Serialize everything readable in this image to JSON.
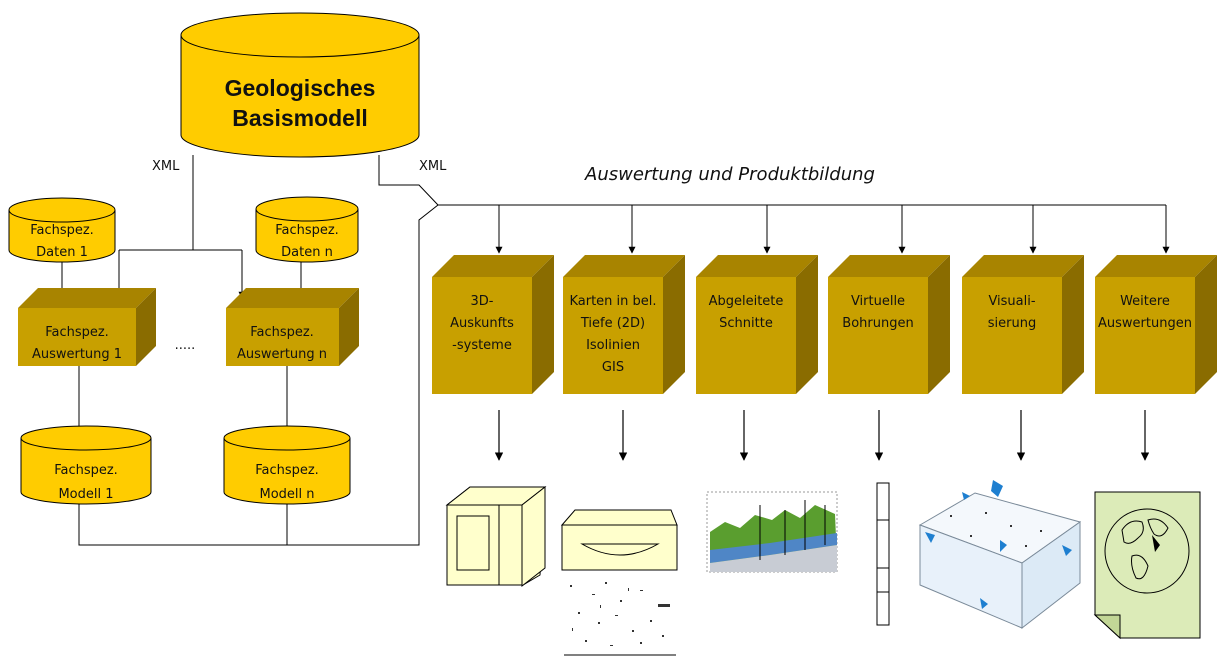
{
  "colors": {
    "cylinder_fill": "#FFCC00",
    "box_front": "#C8A000",
    "box_top": "#A88400",
    "box_side": "#8A6C00",
    "line": "#000000"
  },
  "main_db": {
    "line1": "Geologisches",
    "line2": "Basismodell"
  },
  "xml_left": "XML",
  "xml_right": "XML",
  "section_title": "Auswertung und Produktbildung",
  "left": {
    "data1": {
      "line1": "Fachspez.",
      "line2": "Daten 1"
    },
    "datan": {
      "line1": "Fachspez.",
      "line2": "Daten n"
    },
    "eval1": {
      "line1": "Fachspez.",
      "line2": "Auswertung 1"
    },
    "evaln": {
      "line1": "Fachspez.",
      "line2": "Auswertung n"
    },
    "ellipsis": ".....",
    "model1": {
      "line1": "Fachspez.",
      "line2": "Modell 1"
    },
    "modeln": {
      "line1": "Fachspez.",
      "line2": "Modell n"
    }
  },
  "products": [
    {
      "lines": [
        "3D-",
        "Auskunfts",
        "-systeme"
      ],
      "icon": "monitor-icon"
    },
    {
      "lines": [
        "Karten in bel.",
        "Tiefe (2D)",
        "Isolinien",
        "GIS"
      ],
      "icon": "plotter-map-icon"
    },
    {
      "lines": [
        "Abgeleitete",
        "Schnitte"
      ],
      "icon": "cross-section-icon"
    },
    {
      "lines": [
        "Virtuelle",
        "Bohrungen"
      ],
      "icon": "borehole-icon"
    },
    {
      "lines": [
        "Visuali-",
        "sierung"
      ],
      "icon": "block-model-icon"
    },
    {
      "lines": [
        "Weitere",
        "Auswertungen"
      ],
      "icon": "globe-document-icon"
    }
  ]
}
